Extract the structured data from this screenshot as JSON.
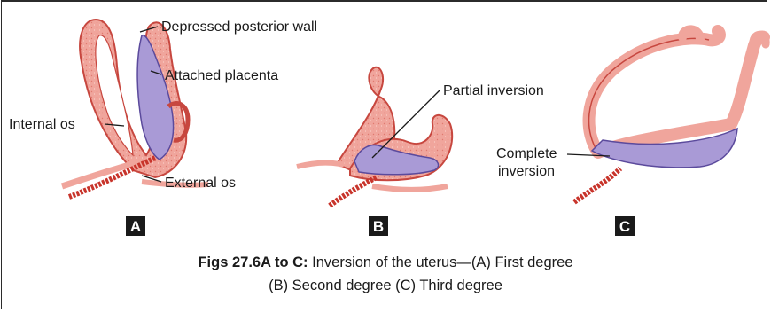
{
  "labels": {
    "depressed_posterior_wall": "Depressed posterior wall",
    "attached_placenta": "Attached placenta",
    "internal_os": "Internal os",
    "external_os": "External os",
    "partial_inversion": "Partial inversion",
    "complete_inversion_line1": "Complete",
    "complete_inversion_line2": "inversion"
  },
  "panels": {
    "a": "A",
    "b": "B",
    "c": "C"
  },
  "caption": {
    "bold": "Figs 27.6A to C:",
    "line1": " Inversion of the uterus—(A) First degree",
    "line2": "(B) Second degree (C) Third degree"
  },
  "colors": {
    "uterine_wall": "#f0a59c",
    "wall_outline": "#c7473f",
    "placenta": "#a99ad6",
    "placenta_outline": "#5b4a9c",
    "vessel": "#c8342b"
  }
}
